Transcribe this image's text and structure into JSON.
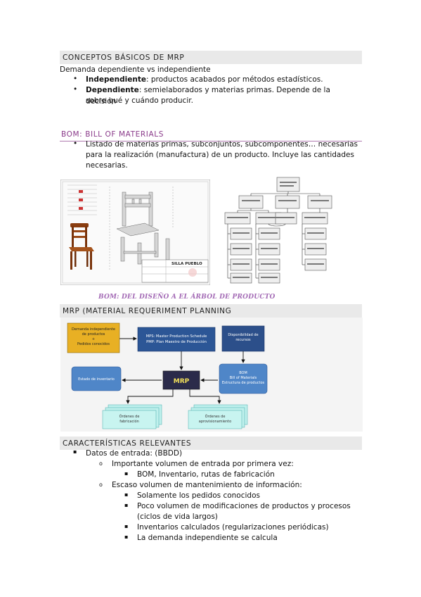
{
  "section1": {
    "title": "CONCEPTOS BÁSICOS DE MRP",
    "intro": "Demanda dependiente vs independiente",
    "b1_bold": "Independiente",
    "b1_text": ": productos acabados por métodos estadísticos.",
    "b2_bold": "Dependiente",
    "b2_text_l1": ":  semielaborados  y  materias  primas.  Depende  de  la  decisión",
    "b2_text_l2": "sobre qué y cuándo producir."
  },
  "section2": {
    "title": "BOM: BILL OF MATERIALS",
    "b1_l1": "Listado  de  materias  primas,  subconjuntos,  subcomponentes…  necesarias",
    "b1_l2": "para  la  realización  (manufactura)  de  un  producto.  Incluye  las  cantidades",
    "b1_l3": "necesarias.",
    "drawing_title": "SILLA PUEBLO",
    "caption": "BOM: DEL DISEÑO A EL ÁRBOL DE PRODUCTO"
  },
  "section3": {
    "title": "MRP (MATERIAL REQUERIMENT PLANNING",
    "diagram": {
      "demand_l1": "Demanda independiente",
      "demand_l2": "de productos",
      "demand_l3": "+",
      "demand_l4": "Pedidos conocidos",
      "mps_l1": "MPS: Master Production Schedule",
      "mps_l2": "PMP: Plan Maestro de Producción",
      "disp_l1": "Disponibilidad de",
      "disp_l2": "recursos",
      "inv": "Estado de inventario",
      "mrp": "MRP",
      "bom_l1": "BOM",
      "bom_l2": "Bill of Materials",
      "bom_l3": "Estructura de productos",
      "of_l1": "Órdenes de",
      "of_l2": "fabricación",
      "oa_l1": "Órdenes de",
      "oa_l2": "aprovisionamiento"
    }
  },
  "section4": {
    "title": "CARACTERÍSTICAS RELEVANTES",
    "l1": "Datos de entrada: (BBDD)",
    "l2": "Importante volumen de entrada por primera vez:",
    "l3": "BOM, Inventario, rutas de fabricación",
    "l4": "Escaso volumen de mantenimiento de información:",
    "l5": "Solamente los pedidos conocidos",
    "l6a": "Poco  volumen  de  modificaciones  de  productos  y  procesos",
    "l6b": "(ciclos de vida largos)",
    "l7": "Inventarios calculados (regularizaciones periódicas)",
    "l8": "La demanda independiente se calcula"
  },
  "colors": {
    "purple": "#8a3a8a",
    "header_gray": "#e9e9e9",
    "mps_blue": "#2c5696",
    "demand_orange": "#e8b024",
    "output_cyan": "#bff0ec"
  }
}
